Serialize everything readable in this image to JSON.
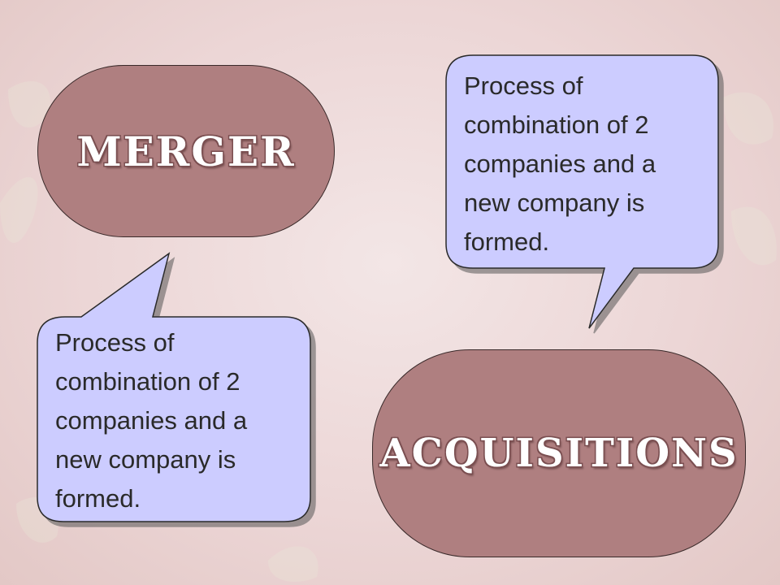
{
  "merger": {
    "label": "MERGER",
    "description": "Process of\ncombination of 2\ncompanies and a\nnew company is\nformed."
  },
  "acquisitions": {
    "label": "ACQUISITIONS",
    "description": "Process of\ncombination of 2\ncompanies and a\nnew company is\nformed."
  },
  "colors": {
    "pill_fill": "#af7f80",
    "callout_fill": "#ccccff",
    "outline": "#3a2a2a"
  }
}
